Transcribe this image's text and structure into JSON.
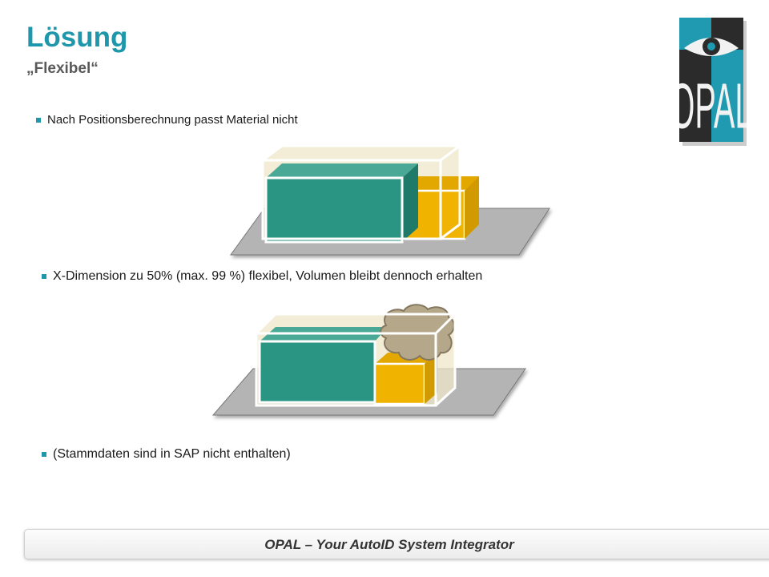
{
  "slide": {
    "title": "Lösung",
    "subtitle": "„Flexibel“",
    "bullets": [
      "Nach Positionsberechnung passt Material nicht",
      "X-Dimension zu 50% (max. 99 %) flexibel, Volumen bleibt dennoch erhalten",
      "(Stammdaten sind in SAP nicht enthalten)"
    ],
    "footer": "OPAL – Your AutoID System Integrator"
  },
  "logo": {
    "text": "OPAL",
    "colors": {
      "teal": "#1f9ab0",
      "dark": "#2b2b2b"
    }
  },
  "colors": {
    "accent": "#1f97ab",
    "teal_box": "#2a9582",
    "yellow_box": "#f0b400",
    "floor": "#b5b5b5",
    "container": "#efe6c8"
  }
}
